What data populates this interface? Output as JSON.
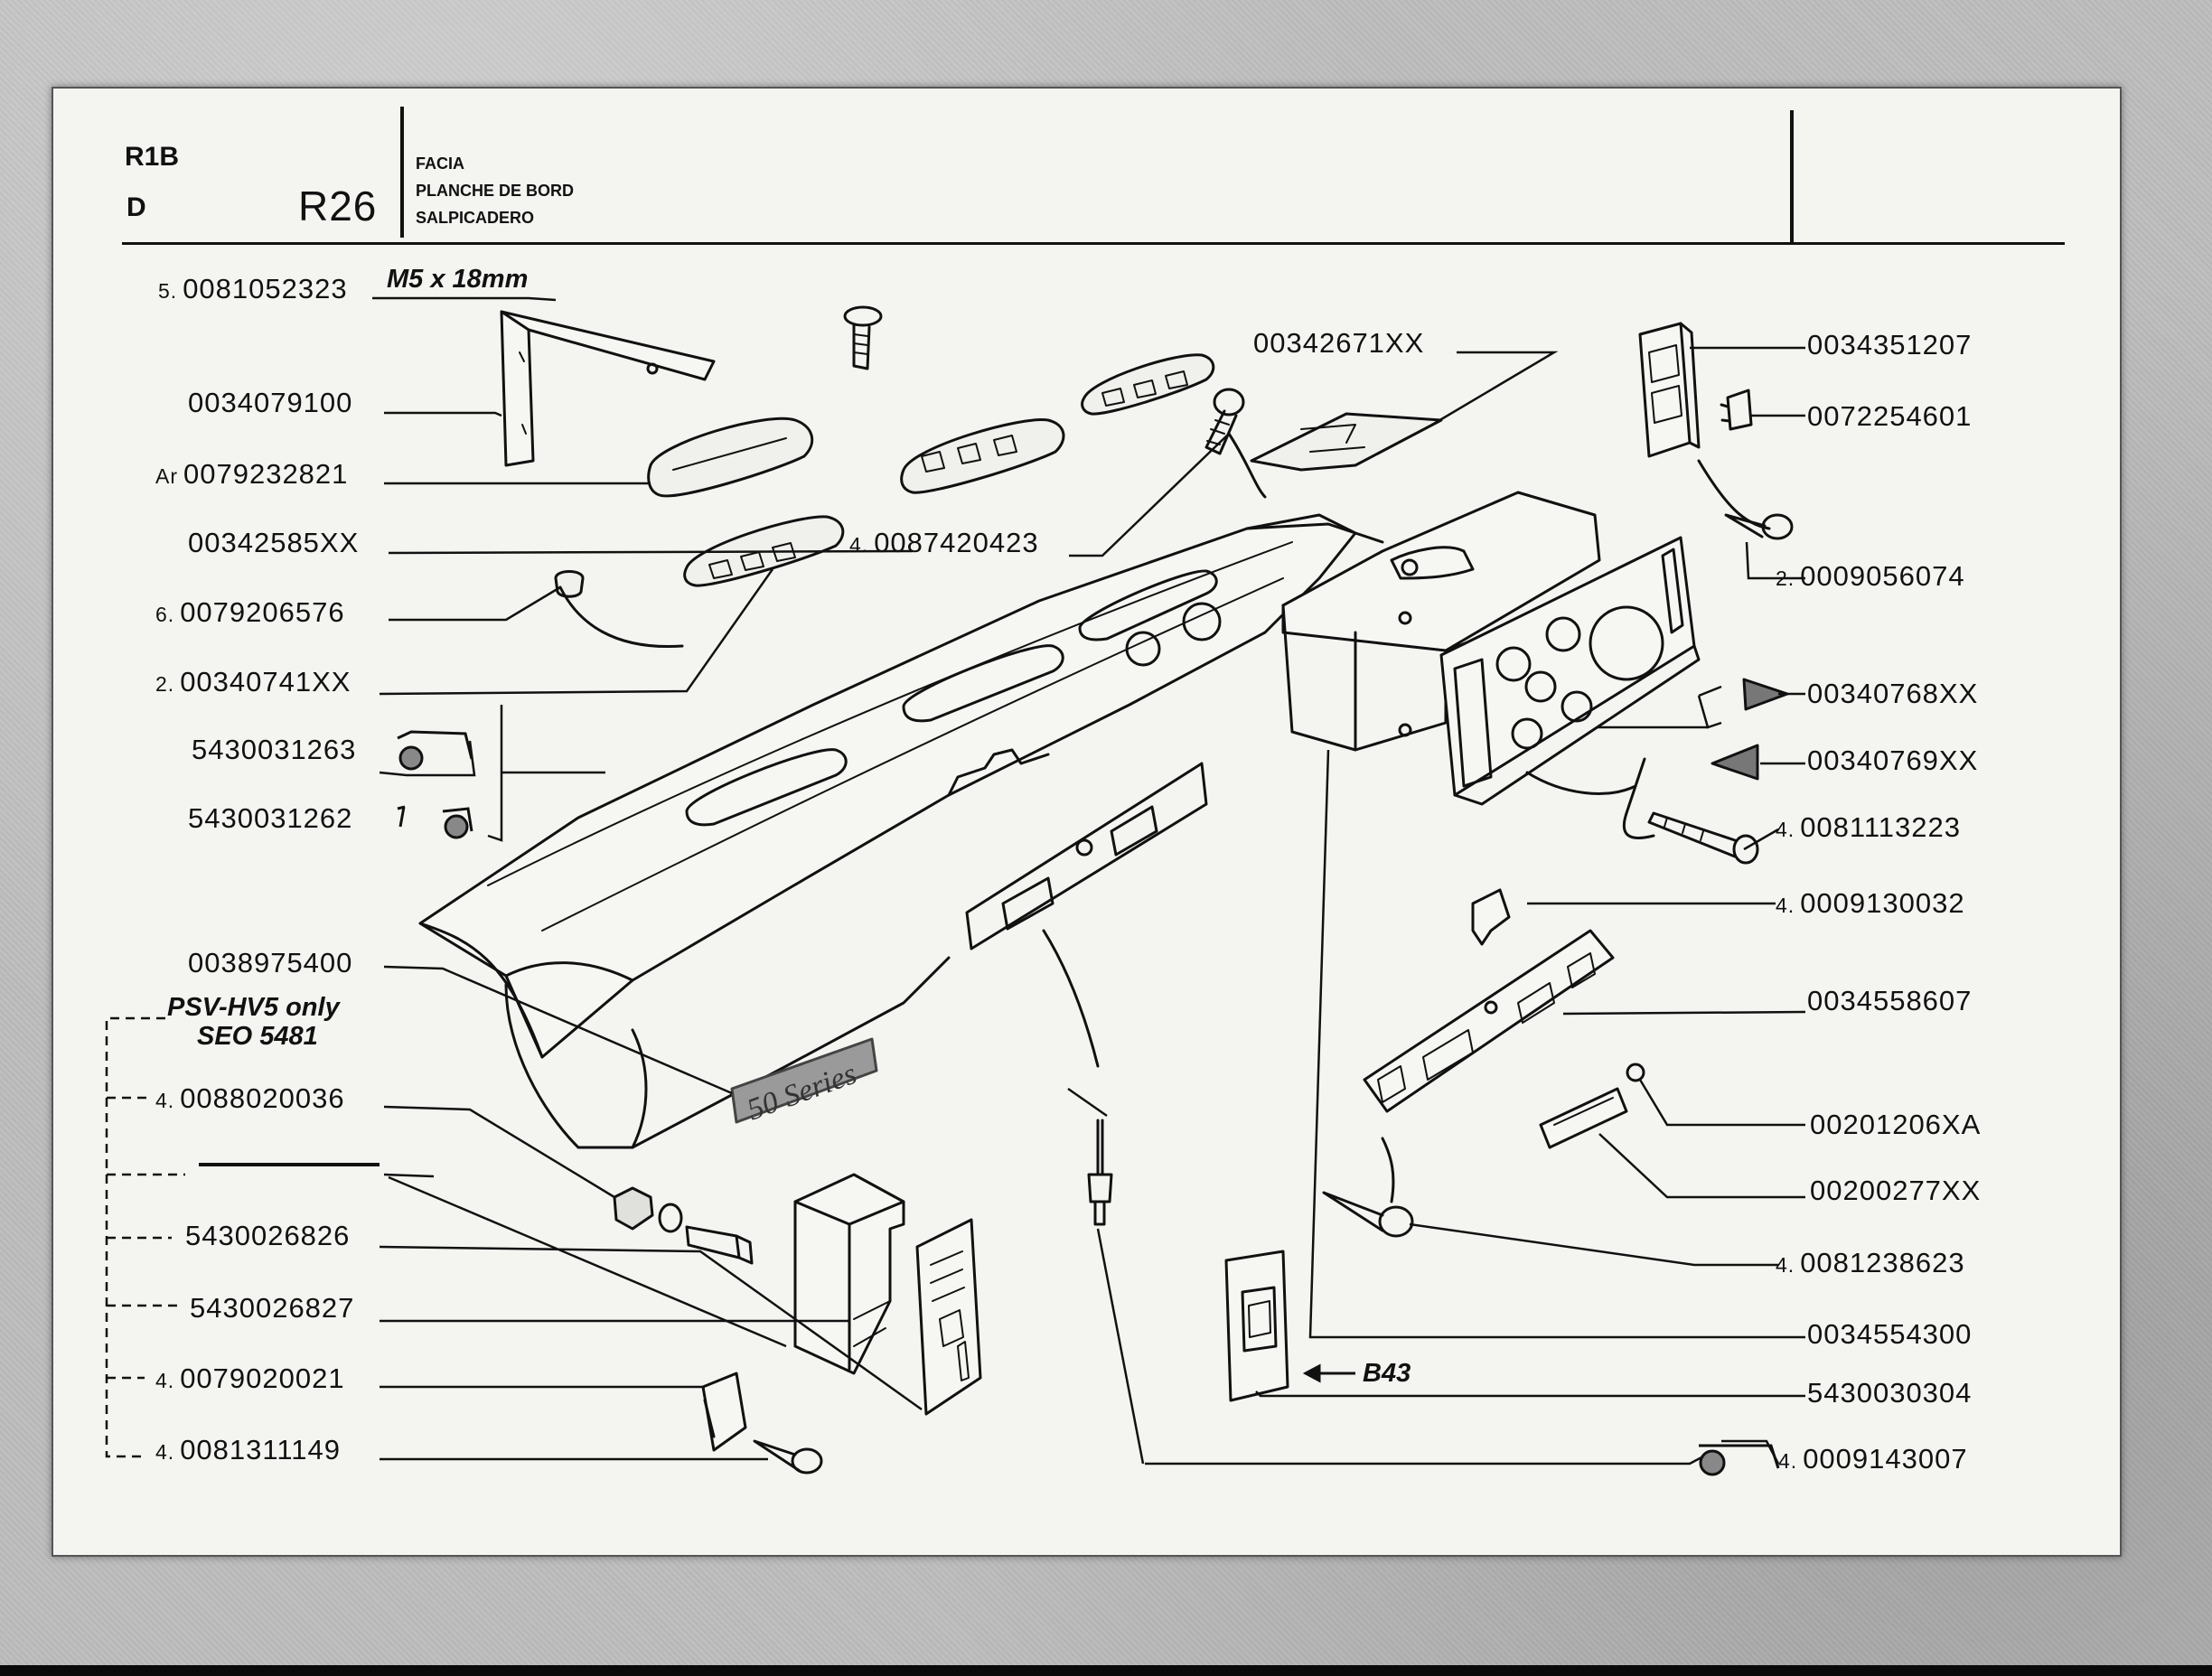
{
  "header": {
    "model": "R1B",
    "language": "D",
    "page_code": "R26",
    "titles": [
      "FACIA",
      "PLANCHE DE BORD",
      "SALPICADERO"
    ]
  },
  "notes": {
    "screw_spec": "M5 x 18mm",
    "variant_line1": "PSV-HV5 only",
    "variant_line2": "SEO 5481",
    "ref_arrow": "B43",
    "badge_text": "50 Series"
  },
  "parts_left": [
    {
      "qty": "5.",
      "part": "0081052323"
    },
    {
      "qty": "",
      "part": "0034079100"
    },
    {
      "qty": "Ar",
      "part": "0079232821"
    },
    {
      "qty": "",
      "part": "00342585XX"
    },
    {
      "qty": "6.",
      "part": "0079206576"
    },
    {
      "qty": "2.",
      "part": "00340741XX"
    },
    {
      "qty": "",
      "part": "5430031263"
    },
    {
      "qty": "",
      "part": "5430031262"
    },
    {
      "qty": "",
      "part": "0038975400"
    },
    {
      "qty": "4.",
      "part": "0088020036"
    },
    {
      "qty": "",
      "part": "5430026826"
    },
    {
      "qty": "",
      "part": "5430026827"
    },
    {
      "qty": "4.",
      "part": "0079020021"
    },
    {
      "qty": "4.",
      "part": "0081311149"
    }
  ],
  "parts_center": [
    {
      "qty": "",
      "part": "00342671XX"
    },
    {
      "qty": "4.",
      "part": "0087420423"
    }
  ],
  "parts_right": [
    {
      "qty": "",
      "part": "0034351207"
    },
    {
      "qty": "",
      "part": "0072254601"
    },
    {
      "qty": "2.",
      "part": "0009056074"
    },
    {
      "qty": "",
      "part": "00340768XX"
    },
    {
      "qty": "",
      "part": "00340769XX"
    },
    {
      "qty": "4.",
      "part": "0081113223"
    },
    {
      "qty": "4.",
      "part": "0009130032"
    },
    {
      "qty": "",
      "part": "0034558607"
    },
    {
      "qty": "",
      "part": "00201206XA"
    },
    {
      "qty": "",
      "part": "00200277XX"
    },
    {
      "qty": "4.",
      "part": "0081238623"
    },
    {
      "qty": "",
      "part": "0034554300"
    },
    {
      "qty": "",
      "part": "5430030304"
    },
    {
      "qty": "4.",
      "part": "0009143007"
    }
  ]
}
